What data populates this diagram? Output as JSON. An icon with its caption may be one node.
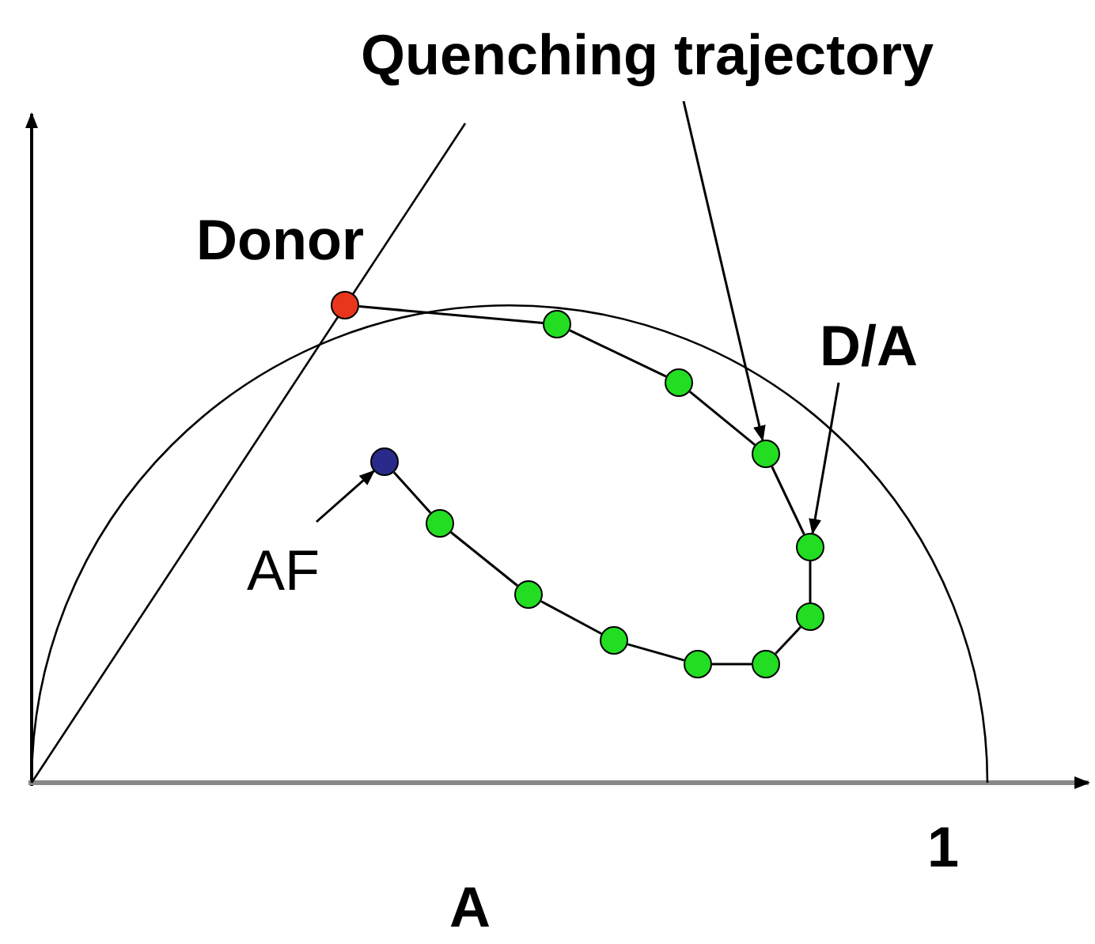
{
  "diagram": {
    "nodes": [
      {
        "text": [
          "Quenching trajectory"
        ]
      },
      {
        "text": [],
        "shape": "circle",
        "beside": [
          "Donor"
        ]
      },
      {
        "text": [
          "D/A"
        ]
      },
      {
        "text": [],
        "shape": "circle"
      },
      {
        "text": [],
        "shape": "circle"
      },
      {
        "text": [],
        "shape": "circle"
      },
      {
        "text": [],
        "shape": "circle"
      },
      {
        "text": [],
        "shape": "circle"
      },
      {
        "text": [],
        "shape": "circle"
      },
      {
        "text": [],
        "shape": "circle"
      },
      {
        "text": [],
        "shape": "circle"
      },
      {
        "text": [],
        "shape": "circle"
      },
      {
        "text": [],
        "shape": "circle"
      },
      {
        "text": [],
        "shape": "circle"
      },
      {
        "text": [
          "AF"
        ]
      }
    ],
    "edges": [
      {
        "from": 0,
        "to": 5,
        "arrow": "to"
      },
      {
        "from": 2,
        "to": 6,
        "arrow": "to"
      },
      {
        "from": 14,
        "to": 13,
        "arrow": "to"
      },
      {
        "from": 1,
        "to": 3,
        "arrow": "none"
      },
      {
        "from": 3,
        "to": 4,
        "arrow": "none"
      },
      {
        "from": 4,
        "to": 5,
        "arrow": "none"
      },
      {
        "from": 5,
        "to": 6,
        "arrow": "none"
      },
      {
        "from": 6,
        "to": 7,
        "arrow": "none"
      },
      {
        "from": 7,
        "to": 8,
        "arrow": "none"
      },
      {
        "from": 8,
        "to": 9,
        "arrow": "none"
      },
      {
        "from": 9,
        "to": 10,
        "arrow": "none"
      },
      {
        "from": 10,
        "to": 11,
        "arrow": "none"
      },
      {
        "from": 11,
        "to": 12,
        "arrow": "none"
      },
      {
        "from": 12,
        "to": 13,
        "arrow": "none"
      }
    ],
    "labels": [
      "1",
      "A"
    ]
  }
}
